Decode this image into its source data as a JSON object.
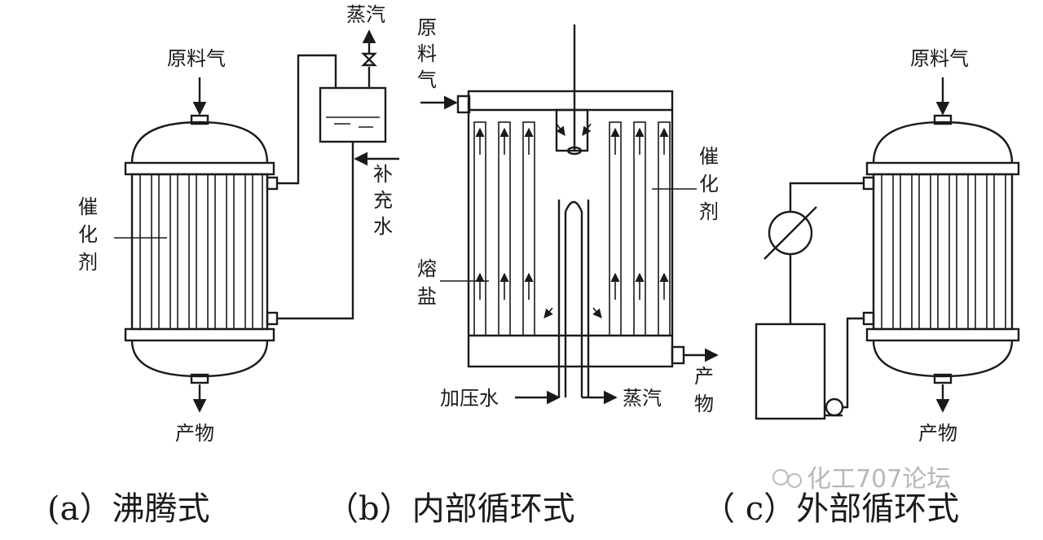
{
  "panel_a": {
    "feed_gas": "原料气",
    "steam": "蒸汽",
    "makeup_water": "补充水",
    "catalyst": "催化剂",
    "product": "产物",
    "caption": "(a）沸腾式"
  },
  "panel_b": {
    "feed_gas": "原料气",
    "catalyst": "催化剂",
    "molten_salt": "熔盐",
    "pressurized_water": "加压水",
    "steam": "蒸汽",
    "product": "产物",
    "caption": "（b）内部循环式"
  },
  "panel_c": {
    "feed_gas": "原料气",
    "product": "产物",
    "caption": "（ c）外部循环式"
  },
  "watermark": "化工707论坛"
}
